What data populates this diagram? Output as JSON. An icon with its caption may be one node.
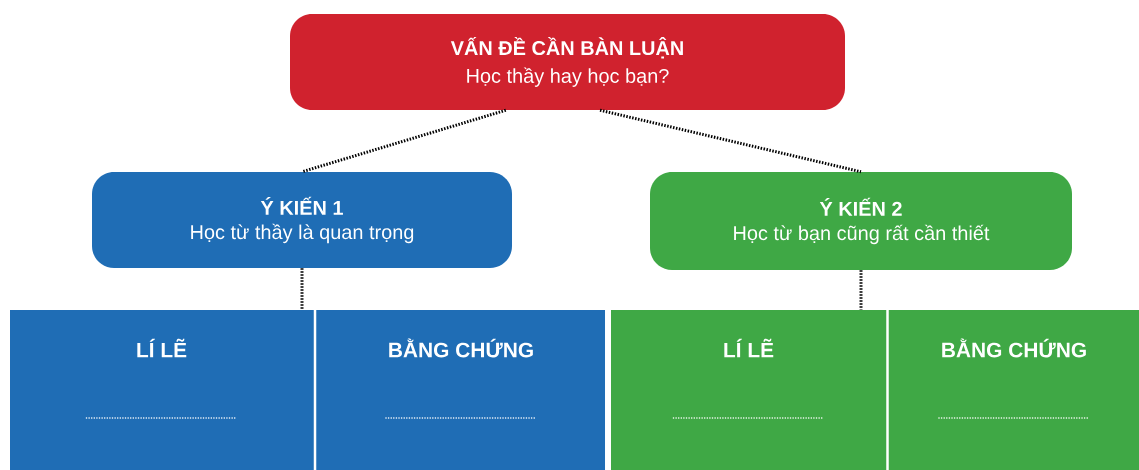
{
  "diagram": {
    "nodes": [
      {
        "text": [
          "VẤN ĐỀ CẦN BÀN LUẬN",
          "Học thầy hay học bạn?"
        ]
      },
      {
        "text": [
          "Ý KIẾN 1",
          "Học từ thầy là quan trọng"
        ]
      },
      {
        "text": [
          "Ý KIẾN 2",
          "Học từ bạn cũng rất cần thiết"
        ]
      },
      {
        "text": [],
        "shape": "box"
      },
      {
        "text": [
          "LÍ LẼ"
        ],
        "in": 3
      },
      {
        "text": [
          "BẰNG CHỨNG"
        ],
        "in": 3
      },
      {
        "text": [],
        "shape": "box"
      },
      {
        "text": [
          "LÍ LẼ"
        ],
        "in": 6
      },
      {
        "text": [
          "BẰNG CHỨNG"
        ],
        "in": 6
      }
    ],
    "edges": [
      {
        "from": 0,
        "to": 1,
        "arrow": "none",
        "style": "dashed"
      },
      {
        "from": 0,
        "to": 2,
        "arrow": "none",
        "style": "dashed"
      },
      {
        "from": 1,
        "to": 3,
        "arrow": "none",
        "style": "dashed"
      },
      {
        "from": 2,
        "to": 6,
        "arrow": "none",
        "style": "dashed"
      }
    ]
  }
}
